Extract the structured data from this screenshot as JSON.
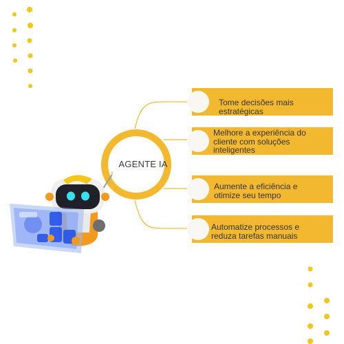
{
  "hub": {
    "label": "AGENTE IA"
  },
  "benefits": [
    {
      "text": "Tome decisões mais\nestratégicas"
    },
    {
      "text": "Melhore a experiência do\ncliente com soluções\ninteligentes"
    },
    {
      "text": "Aumente a eficiência e\notimize seu tempo"
    },
    {
      "text": "Automatize processos e\nreduza tarefas manuais"
    }
  ],
  "colors": {
    "accent": "#f2b930",
    "dots": "#f5c518",
    "circle": "#f8f7f3",
    "text": "#333333"
  },
  "illustration": {
    "icon": "robot-with-hologram-screen-icon"
  }
}
